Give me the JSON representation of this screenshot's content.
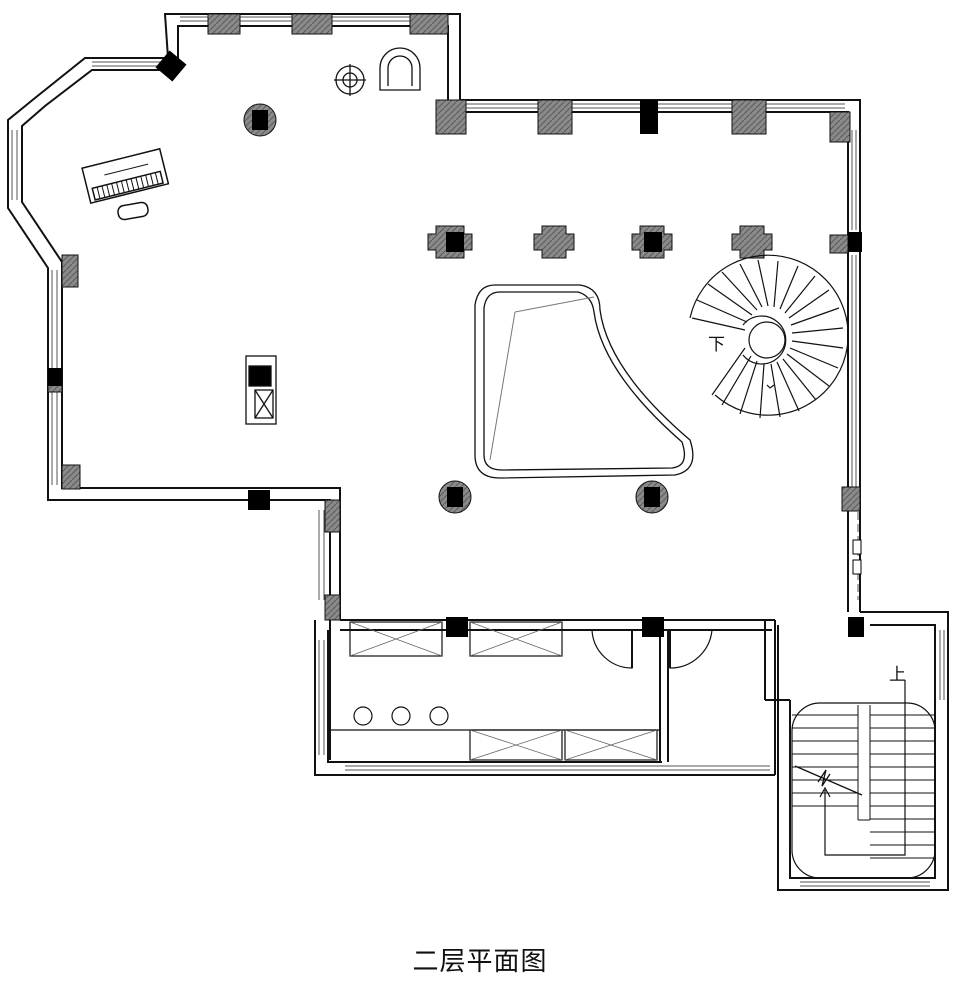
{
  "caption": "二层平面图",
  "labels": {
    "spiral_down": "下",
    "stair_up": "上"
  }
}
